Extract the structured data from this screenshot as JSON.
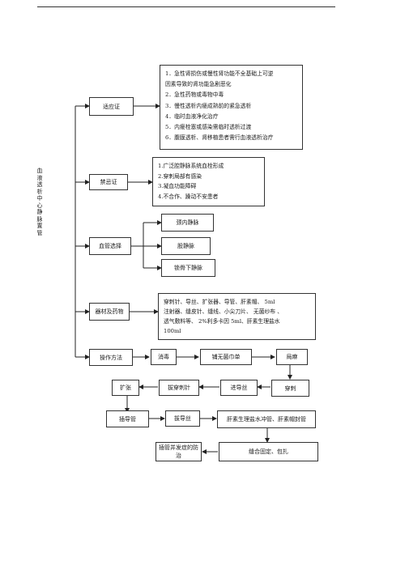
{
  "title_vertical": "血液透析中心静脉置管",
  "sections": {
    "indications": {
      "label": "适应证",
      "items": [
        "1．急性肾损伤或慢性肾功能不全基础上可逆",
        "因素导致的肾功能急剧恶化",
        "2．急性药物或毒物中毒",
        "3．慢性透析内瘘成熟前的紧急透析",
        "4．临时血液净化治疗",
        "5．内瘘栓塞或感染需临时透析过渡",
        "6．腹膜透析、肾移植患者需行血液透析治疗"
      ]
    },
    "contraindications": {
      "label": "禁忌证",
      "items": [
        "1.广泛腔静脉系统血栓形成",
        "2.穿刺局部有感染",
        "3.凝血功能障碍",
        "4.不合作、躁动不安患者"
      ]
    },
    "vessel": {
      "label": "血管选择",
      "options": [
        "颈内静脉",
        "股静脉",
        "锁骨下静脉"
      ]
    },
    "materials": {
      "label": "器材及药物",
      "lines": [
        "穿刺针、导丝、扩张器、导管、肝素帽、          5ml",
        "注射器、缝皮针、缝线、小尖刀片、 无菌纱布   、",
        "透气敷料等、    2%利多卡因    5ml、肝素生理盐水",
        "100ml"
      ]
    },
    "procedure": {
      "label": "操作方法",
      "steps": {
        "disinfect": "消毒",
        "drape": "铺无菌巾单",
        "anesthesia": "局麻",
        "puncture": "穿刺",
        "insert_guidewire": "进导丝",
        "remove_needle": "拔穿刺针",
        "dilate": "扩张",
        "insert_catheter": "插导管",
        "remove_guidewire": "拔导丝",
        "flush": "肝素生理盐水冲管、肝素帽封管",
        "fix": "缝合固定、包扎",
        "complications": "插管并发症的防治"
      }
    }
  }
}
